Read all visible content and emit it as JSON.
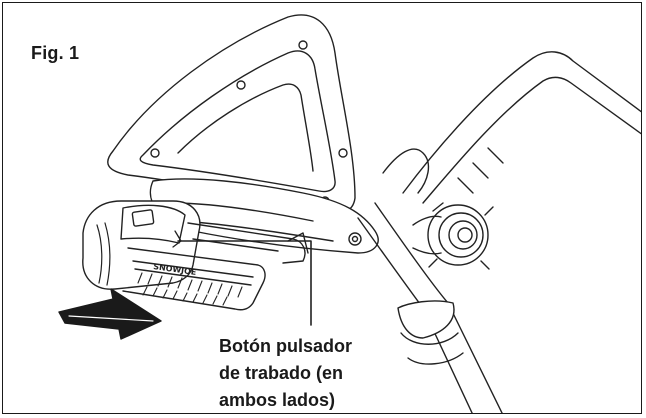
{
  "figure": {
    "label": "Fig. 1"
  },
  "callout": {
    "lines": [
      "Botón pulsador",
      "de trabado (en",
      "ambos lados)"
    ]
  },
  "battery": {
    "brand_text": "SNOWJOE"
  }
}
